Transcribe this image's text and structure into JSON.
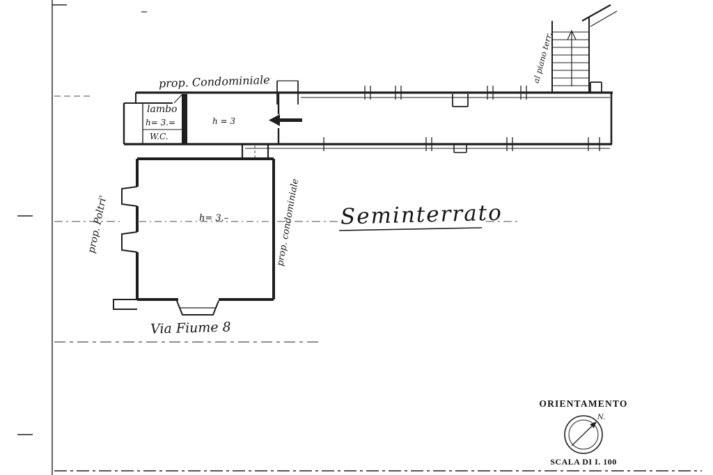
{
  "colors": {
    "paper": "#ffffff",
    "ink": "#1e1e1e",
    "faint_line": "#4a4a4a"
  },
  "plan": {
    "floor_title": "Seminterrato",
    "street_label": "Via Fiume 8",
    "boundary_labels": {
      "top": "prop. Condominiale",
      "left": "prop. Poltri'",
      "main_room_right": "prop. condominiale"
    },
    "rooms": {
      "small_room_name": "lambo",
      "small_room_height": "h= 3.=",
      "small_room_wc": "W.C.",
      "middle_room_height": "h = 3",
      "main_room_height": "h= 3.–"
    },
    "stairs_note": "al piano terr."
  },
  "legend": {
    "orientation_title": "ORIENTAMENTO",
    "north_label": "N.",
    "scale_label": "SCALA DI I. 100"
  }
}
